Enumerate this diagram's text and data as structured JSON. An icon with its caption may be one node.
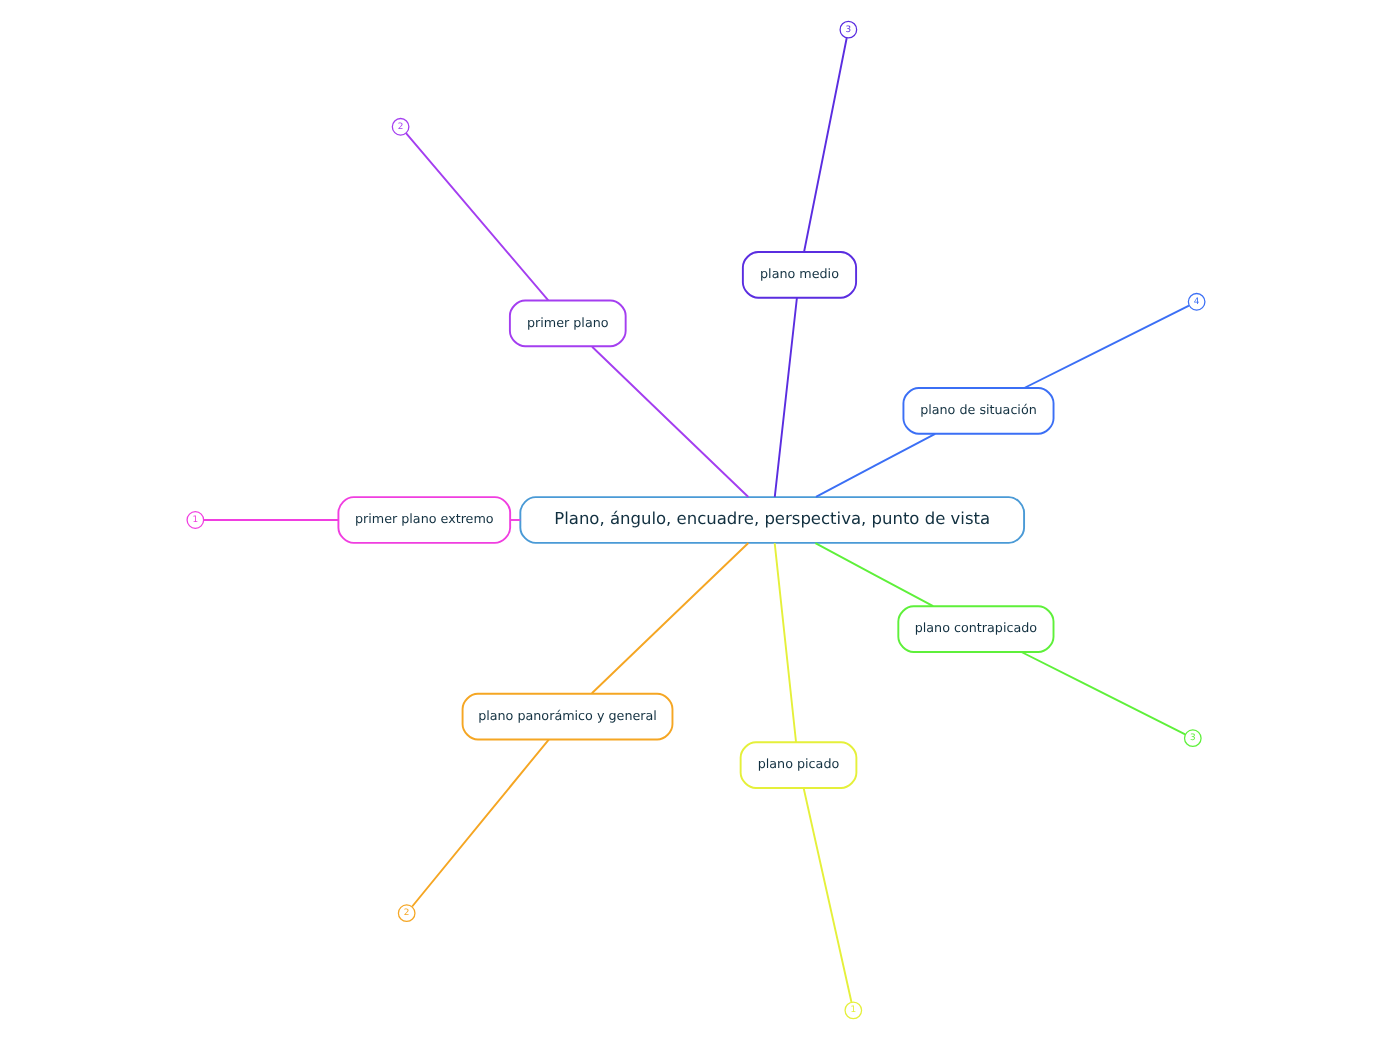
{
  "diagram": {
    "nodes": [
      {
        "text": [
          "Plano, ángulo, encuadre, perspectiva, punto de vista"
        ]
      },
      {
        "text": [
          "plano de situación"
        ]
      },
      {
        "text": [
          "plano medio"
        ]
      },
      {
        "text": [
          "primer plano"
        ]
      },
      {
        "text": [
          "primer plano extremo"
        ]
      },
      {
        "text": [
          "plano panorámico y general"
        ]
      },
      {
        "text": [
          "plano picado"
        ]
      },
      {
        "text": [
          "plano contrapicado"
        ]
      },
      {
        "text": [
          "4"
        ]
      },
      {
        "text": [
          "3"
        ]
      },
      {
        "text": [
          "2"
        ]
      },
      {
        "text": [
          "1"
        ]
      },
      {
        "text": [
          "2"
        ]
      },
      {
        "text": [
          "1"
        ]
      },
      {
        "text": [
          "3"
        ]
      }
    ],
    "edges": [
      {
        "from": 0,
        "to": 1,
        "arrow": "none",
        "color": "#3b6ff5"
      },
      {
        "from": 0,
        "to": 2,
        "arrow": "none",
        "color": "#5a2de0"
      },
      {
        "from": 0,
        "to": 3,
        "arrow": "none",
        "color": "#a43ef0"
      },
      {
        "from": 0,
        "to": 4,
        "arrow": "none",
        "color": "#f03ee0"
      },
      {
        "from": 0,
        "to": 5,
        "arrow": "none",
        "color": "#f5a623"
      },
      {
        "from": 0,
        "to": 6,
        "arrow": "none",
        "color": "#e5f03a"
      },
      {
        "from": 0,
        "to": 7,
        "arrow": "none",
        "color": "#5ef03a"
      },
      {
        "from": 1,
        "to": 8,
        "arrow": "none",
        "color": "#3b6ff5"
      },
      {
        "from": 2,
        "to": 9,
        "arrow": "none",
        "color": "#5a2de0"
      },
      {
        "from": 3,
        "to": 10,
        "arrow": "none",
        "color": "#a43ef0"
      },
      {
        "from": 4,
        "to": 11,
        "arrow": "none",
        "color": "#f03ee0"
      },
      {
        "from": 5,
        "to": 12,
        "arrow": "none",
        "color": "#f5a623"
      },
      {
        "from": 6,
        "to": 13,
        "arrow": "none",
        "color": "#e5f03a"
      },
      {
        "from": 7,
        "to": 14,
        "arrow": "none",
        "color": "#5ef03a"
      }
    ]
  }
}
